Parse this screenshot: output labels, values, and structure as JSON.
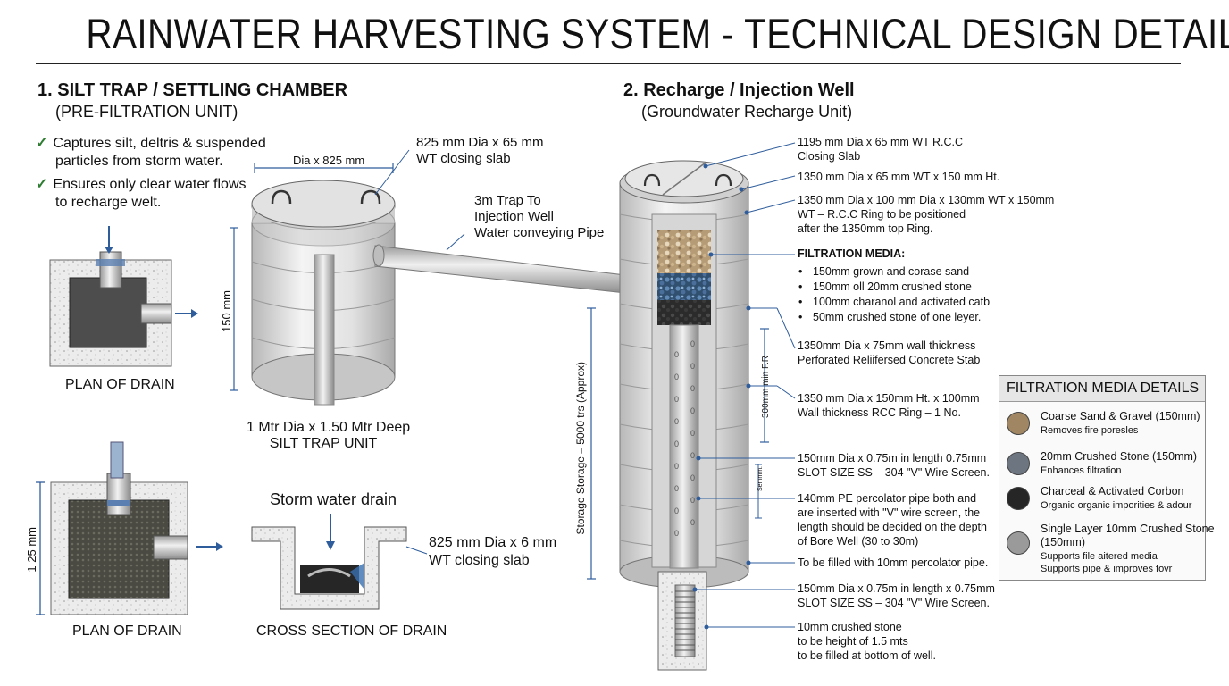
{
  "title": "RAINWATER HARVESTING SYSTEM - TECHNICAL DESIGN DETAILS",
  "silt_trap": {
    "heading": "1. SILT TRAP / SETTLING CHAMBER",
    "subheading": "(PRE-FILTRATION UNIT)",
    "bullets": [
      {
        "line1": "Captures silt, deltris & suspended",
        "line2": "particles from storm water."
      },
      {
        "line1": "Ensures only clear water flows",
        "line2": "to recharge welt."
      }
    ],
    "dia_label": "Dia x 825 mm",
    "slab_label_1": "825 mm Dia x 65 mm",
    "slab_label_2": "WT closing slab",
    "height_label": "150 mm",
    "unit_label_1": "1 Mtr Dia x 1.50 Mtr Deep",
    "unit_label_2": "SILT TRAP UNIT",
    "pipe_label_1": "3m Trap To",
    "pipe_label_2": "Injection Well",
    "pipe_label_3": "Water conveying Pipe",
    "plan_drain_top": "PLAN OF DRAIN",
    "plan_drain_bottom": "PLAN OF DRAIN",
    "plan_dim": "1 25 mm",
    "storm_drain": "Storm water drain",
    "drain_slab_1": "825 mm Dia x 6 mm",
    "drain_slab_2": "WT closing slab",
    "cross_section": "CROSS SECTION OF DRAIN"
  },
  "recharge_well": {
    "heading": "2. Recharge / Injection Well",
    "subheading": "(Groundwater Recharge Unit)",
    "storage_label": "Storage Storage – 5000 trs (Approx)",
    "dim_300": "300mm min F.R",
    "dim_small": "Semmm.",
    "callouts": {
      "c1_l1": "1195 mm Dia x 65 mm WT R.C.C",
      "c1_l2": "Closing Slab",
      "c2": "1350 mm Dia x 65 mm WT x 150 mm Ht.",
      "c3_l1": "1350 mm Dia x 100 mm Dia x 130mm WT x 150mm",
      "c3_l2": "WT – R.C.C Ring to be positioned",
      "c3_l3": "after the 1350mm top Ring.",
      "media_title": "FILTRATION MEDIA:",
      "c5_l1": "1350mm Dia x 75mm wall thickness",
      "c5_l2": "Perforated Reliifersed Concrete Stab",
      "c6_l1": "1350 mm Dia x 150mm Ht. x 100mm",
      "c6_l2": "Wall thickness RCC Ring – 1 No.",
      "c7_l1": "150mm Dia x 0.75m in length 0.75mm",
      "c7_l2": "SLOT SIZE SS – 304 \"V\" Wire Screen.",
      "c8_l1": "140mm PE percolator pipe both and",
      "c8_l2": "are inserted with \"V\" wire screen, the",
      "c8_l3": "length should be decided on the depth",
      "c8_l4": "of Bore Well (30 to 30m)",
      "c9": "To be filled with 10mm percolator pipe.",
      "c10_l1": "150mm Dia x 0.75m in length x 0.75mm",
      "c10_l2": "SLOT SIZE SS – 304 \"V\" Wire Screen.",
      "c11_l1": "10mm crushed stone",
      "c11_l2": "to be height of 1.5 mts",
      "c11_l3": "to be filled at bottom of well."
    },
    "media_items": [
      "150mm grown and corase sand",
      "150mm oll 20mm crushed stone",
      "100mm charanol and activated catb",
      "50mm crushed stone of one leyer."
    ]
  },
  "media_panel": {
    "title": "FILTRATION MEDIA DETAILS",
    "items": [
      {
        "name": "Coarse Sand & Gravel (150mm)",
        "desc1": "Removes fire poresles",
        "desc2": "",
        "color": "#a08662"
      },
      {
        "name": "20mm Crushed Stone (150mm)",
        "desc1": "Enhances filtration",
        "desc2": "",
        "color": "#6c7580"
      },
      {
        "name": "Charceal & Activated Corbon",
        "desc1": "Organic organic imporities & adour",
        "desc2": "",
        "color": "#262626"
      },
      {
        "name": "Single Layer 10mm Crushed Stone",
        "name2": "(150mm)",
        "desc1": "Supports file aitered media",
        "desc2": "Supports pipe & improves fovr",
        "color": "#9a9a9a"
      }
    ]
  },
  "colors": {
    "check": "#2e7d32",
    "concrete": "#dcdcdc",
    "blue_accent": "#2f5d9c"
  }
}
